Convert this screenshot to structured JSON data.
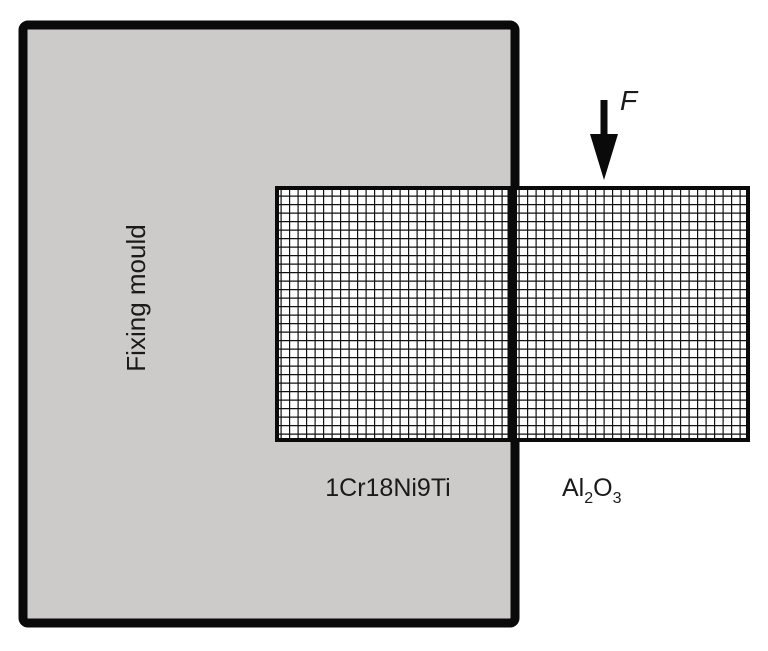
{
  "labels": {
    "mould": "Fixing mould",
    "steel": "1Cr18Ni9Ti",
    "ceramic_base": "Al",
    "ceramic_sub1": "2",
    "ceramic_mid": "O",
    "ceramic_sub2": "3",
    "force": "F"
  },
  "colors": {
    "mould_fill": "#cdcbc9",
    "outline": "#0a0a0a",
    "grid_bg": "#ffffff",
    "grid_line": "#111111"
  }
}
